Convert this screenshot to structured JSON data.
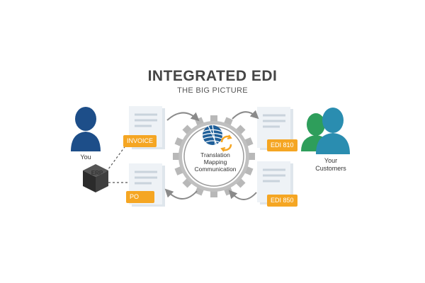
{
  "header": {
    "title": "INTEGRATED EDI",
    "subtitle": "THE BIG PICTURE"
  },
  "you": {
    "label": "You"
  },
  "customers": {
    "label_line1": "Your",
    "label_line2": "Customers"
  },
  "erp": {
    "label": "ERP"
  },
  "documents": {
    "invoice": "INVOICE",
    "po": "PO",
    "edi810": "EDI 810",
    "edi850": "EDI 850"
  },
  "hub": {
    "line1": "Translation",
    "line2": "Mapping",
    "line3": "Communication"
  },
  "colors": {
    "person_you": "#1d4e89",
    "customer_front": "#2a8db0",
    "customer_back": "#2e9e5b",
    "tag": "#f5a623",
    "gear": "#b5b5b5",
    "doc": "#e6edf3",
    "erp_box": "#333333"
  }
}
